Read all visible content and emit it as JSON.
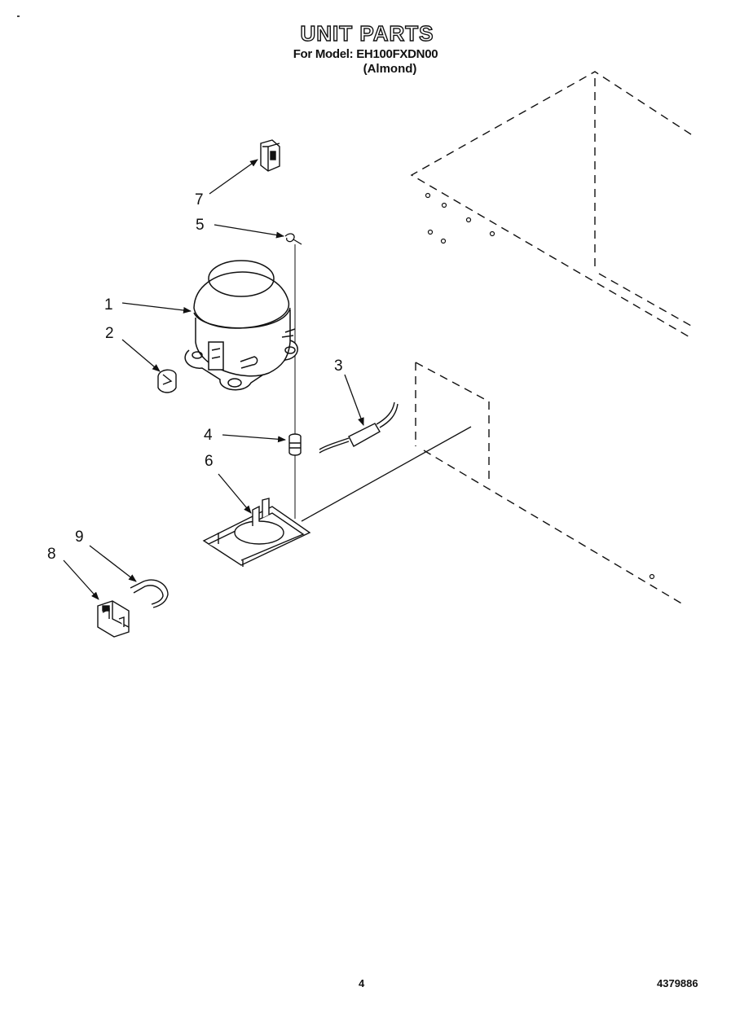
{
  "header": {
    "title": "UNIT PARTS",
    "model_line": "For Model: EH100FXDN00",
    "color_line": "(Almond)"
  },
  "callouts": [
    "1",
    "2",
    "3",
    "4",
    "5",
    "6",
    "7",
    "8",
    "9"
  ],
  "footer": {
    "page_number": "4",
    "doc_number": "4379886"
  }
}
